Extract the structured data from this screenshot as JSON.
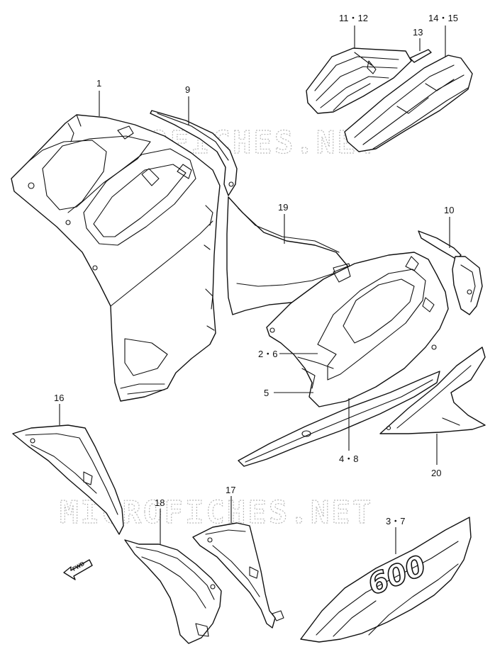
{
  "watermark": "MICROFICHES.NET",
  "fwd_label": "FWD",
  "logo_text": "600",
  "callouts": {
    "c1": "1",
    "c9": "9",
    "c11_12": "11・12",
    "c13": "13",
    "c14_15": "14・15",
    "c19": "19",
    "c10": "10",
    "c2_6": "2・6",
    "c5": "5",
    "c4_8": "4・8",
    "c20": "20",
    "c16": "16",
    "c17": "17",
    "c18": "18",
    "c3_7": "3・7"
  }
}
